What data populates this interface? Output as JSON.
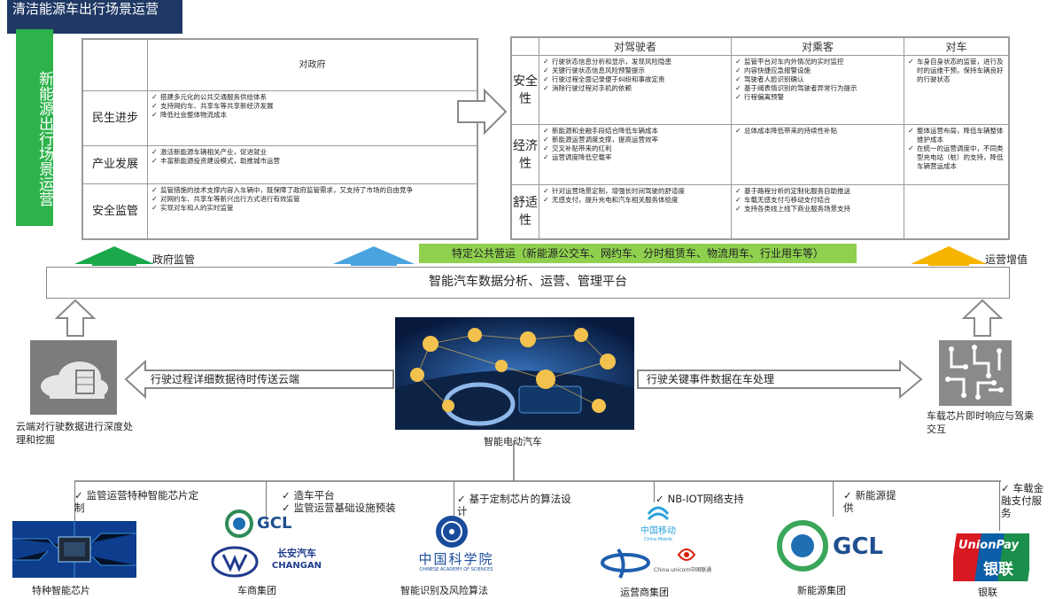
{
  "title": "清洁能源车出行场景运营",
  "side_label": "新能源出行场景运营",
  "gov_table": {
    "header": "对政府",
    "rows": [
      {
        "label": "民生进步",
        "items": [
          "搭建多元化的公共交通服务供给体系",
          "支持网约车、共享车等共享新经济发展",
          "降低社会整体物流成本"
        ]
      },
      {
        "label": "产业发展",
        "items": [
          "激活新能源车辆相关产业，促进就业",
          "丰富新能源投资建设模式，助推城市运营"
        ]
      },
      {
        "label": "安全监管",
        "items": [
          "监管措施的技术支撑内容入车辆中，既保障了政府监管需求，又支持了市场的自由竞争",
          "对网约车、共享车等新兴出行方式进行有效监管",
          "实现对车和人的实时监管"
        ]
      }
    ]
  },
  "main_table": {
    "headers": [
      "对驾驶者",
      "对乘客",
      "对车"
    ],
    "rows": [
      {
        "label": "安全性",
        "driver": [
          "行驶状态信息分析和显示，发现风险隐患",
          "关键行驶状态信息风险预警提示",
          "行驶过程全面记录便于纠纷和事故定责",
          "消除行驶过程对手机的依赖"
        ],
        "passenger": [
          "监管平台对车内外情况的实时监控",
          "内容快捷应急报警设施",
          "驾驶者人脸识别确认",
          "基于阈表情识别的驾驶者异常行为提示",
          "行程偏离预警"
        ],
        "car": [
          "车身自身状态的监管，进行及时的运维干预，保持车辆良好的行驶状态"
        ]
      },
      {
        "label": "经济性",
        "driver": [
          "新能源和金融手段结合降低车辆成本",
          "新能源运营调度支撑，提高运营效率",
          "交叉补贴带来的红利",
          "运营调度降低空载率"
        ],
        "passenger": [
          "总体成本降低带来的持续性补贴"
        ],
        "car": [
          "整体运营布局，降低车辆整体维护成本",
          "在统一的运营调度中，不同类型充电站（桩）的支持，降低车辆营运成本"
        ]
      },
      {
        "label": "舒适性",
        "driver": [
          "针对运营场景定制，增强长时间驾驶的舒适度",
          "无感支付，提升充电和汽车相关服务体验度"
        ],
        "passenger": [
          "基于路程分析的定制化服务自助推送",
          "车载无感支付与移动支付结合",
          "支持各类线上线下商业服务场景支持"
        ],
        "car": []
      }
    ]
  },
  "arrows": {
    "gov": "政府监管",
    "ops": "运营增值"
  },
  "special_ops": "特定公共营运（新能源公交车、网约车、分时租赁车、物流用车、行业用车等）",
  "platform": "智能汽车数据分析、运营、管理平台",
  "left_arrow": "行驶过程详细数据待时传送云端",
  "right_arrow": "行驶关键事件数据在车处理",
  "cloud_caption": "云端对行驶数据进行深度处理和挖掘",
  "car_caption": "智能电动汽车",
  "chip_caption": "车载芯片即时响应与驾乘交互",
  "bottom": [
    {
      "checks": [
        "监管运营特种智能芯片定制"
      ],
      "caption": "特种智能芯片"
    },
    {
      "checks": [
        "造车平台",
        "监管运营基础设施预装"
      ],
      "caption": "车商集团"
    },
    {
      "checks": [
        "基于定制芯片的算法设计"
      ],
      "caption": "智能识别及风险算法"
    },
    {
      "checks": [
        "NB-IOT网络支持"
      ],
      "caption": "运营商集团"
    },
    {
      "checks": [
        "新能源提供"
      ],
      "caption": "新能源集团"
    },
    {
      "checks": [
        "车载金融支付服务"
      ],
      "caption": "银联"
    }
  ],
  "logos": {
    "gcl": "GCL",
    "changan_cn": "长安汽车",
    "changan_en": "CHANGAN",
    "cas_cn": "中国科学院",
    "cas_en": "CHINESE ACADEMY OF SCIENCES",
    "cmcc": "中国移动",
    "cmcc_en": "China Mobile",
    "unicom": "China unicom中国联通",
    "unionpay_en": "UnionPay",
    "unionpay_cn": "银联"
  },
  "colors": {
    "title_bg": "#1f3864",
    "green": "#2db34a",
    "lime": "#8fd14f",
    "arrow_green": "#1aa84a",
    "arrow_blue": "#4aa3df",
    "arrow_yellow": "#f6b400"
  }
}
